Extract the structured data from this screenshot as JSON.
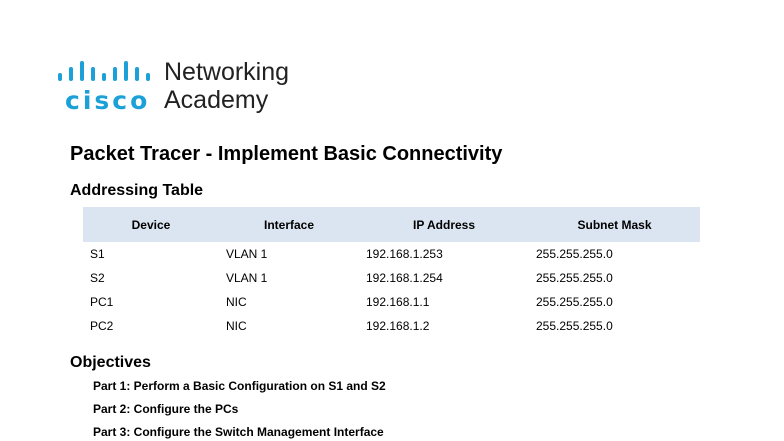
{
  "logo": {
    "brand": "cisco",
    "line1": "Networking",
    "line2": "Academy",
    "color": "#1ba0d7"
  },
  "title": "Packet Tracer - Implement Basic Connectivity",
  "addressing": {
    "heading": "Addressing Table",
    "columns": [
      "Device",
      "Interface",
      "IP Address",
      "Subnet Mask"
    ],
    "rows": [
      [
        "S1",
        "VLAN 1",
        "192.168.1.253",
        "255.255.255.0"
      ],
      [
        "S2",
        "VLAN 1",
        "192.168.1.254",
        "255.255.255.0"
      ],
      [
        "PC1",
        "NIC",
        "192.168.1.1",
        "255.255.255.0"
      ],
      [
        "PC2",
        "NIC",
        "192.168.1.2",
        "255.255.255.0"
      ]
    ],
    "header_color": "#dbe5f1"
  },
  "objectives": {
    "heading": "Objectives",
    "parts": [
      "Part 1: Perform a Basic Configuration on S1 and S2",
      "Part 2: Configure the PCs",
      "Part 3: Configure the Switch Management Interface"
    ]
  }
}
